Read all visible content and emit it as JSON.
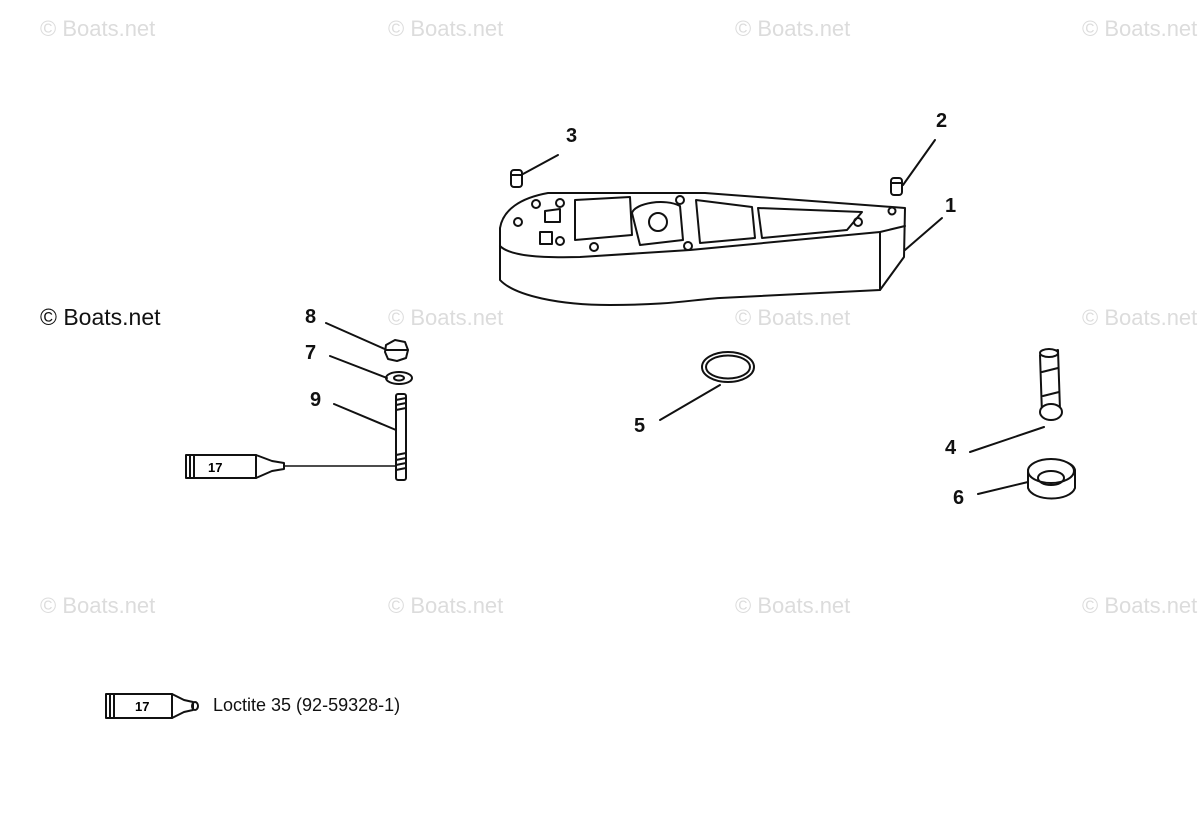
{
  "watermarks": {
    "light_text": "© Boats.net",
    "dark_text": "© Boats.net"
  },
  "callouts": [
    "1",
    "2",
    "3",
    "4",
    "5",
    "6",
    "7",
    "8",
    "9"
  ],
  "sealant": {
    "tube_number": "17",
    "legend_text": "Loctite 35 (92-59328-1)"
  }
}
